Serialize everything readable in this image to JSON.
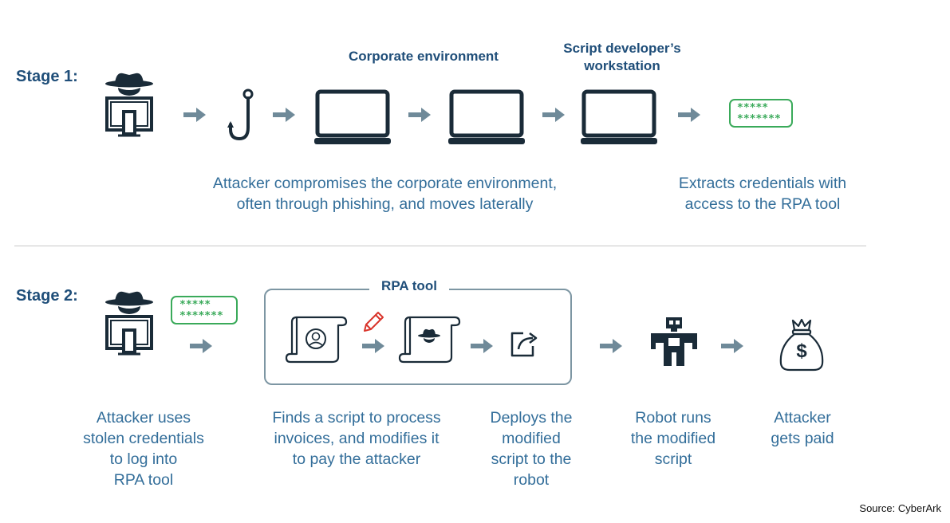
{
  "stage1": {
    "label": "Stage 1:",
    "headers": {
      "corporate": "Corporate environment",
      "workstation_line1": "Script developer’s",
      "workstation_line2": "workstation"
    },
    "password_line1": "*****",
    "password_line2": "*******",
    "desc_compromise_line1": "Attacker compromises the corporate environment,",
    "desc_compromise_line2": "often through phishing, and moves laterally",
    "desc_extract_line1": "Extracts credentials with",
    "desc_extract_line2": "access to the RPA tool"
  },
  "stage2": {
    "label": "Stage 2:",
    "rpa_label": "RPA tool",
    "password_line1": "*****",
    "password_line2": "*******",
    "desc_login": [
      "Attacker uses",
      "stolen credentials",
      "to log into",
      "RPA tool"
    ],
    "desc_modify": [
      "Finds a script to process",
      "invoices, and modifies it",
      "to pay the attacker"
    ],
    "desc_deploy": [
      "Deploys the",
      "modified",
      "script to the",
      "robot"
    ],
    "desc_robot": [
      "Robot runs",
      "the modified",
      "script"
    ],
    "desc_paid": [
      "Attacker",
      "gets paid"
    ],
    "money_symbol": "$"
  },
  "source": "Source: CyberArk",
  "colors": {
    "dark": "#1a2b38",
    "arrow": "#6f8a99",
    "green": "#3aaa5a",
    "stage_text": "#1f4e79",
    "desc_text": "#336e9a",
    "divider": "#c8c8c8",
    "box_border": "#7d96a3",
    "pencil": "#d9342b"
  },
  "icons": [
    "hacker-icon",
    "phishing-hook-icon",
    "laptop-icon",
    "password-icon",
    "script-icon",
    "pencil-icon",
    "deploy-icon",
    "robot-icon",
    "money-bag-icon",
    "arrow-icon"
  ]
}
